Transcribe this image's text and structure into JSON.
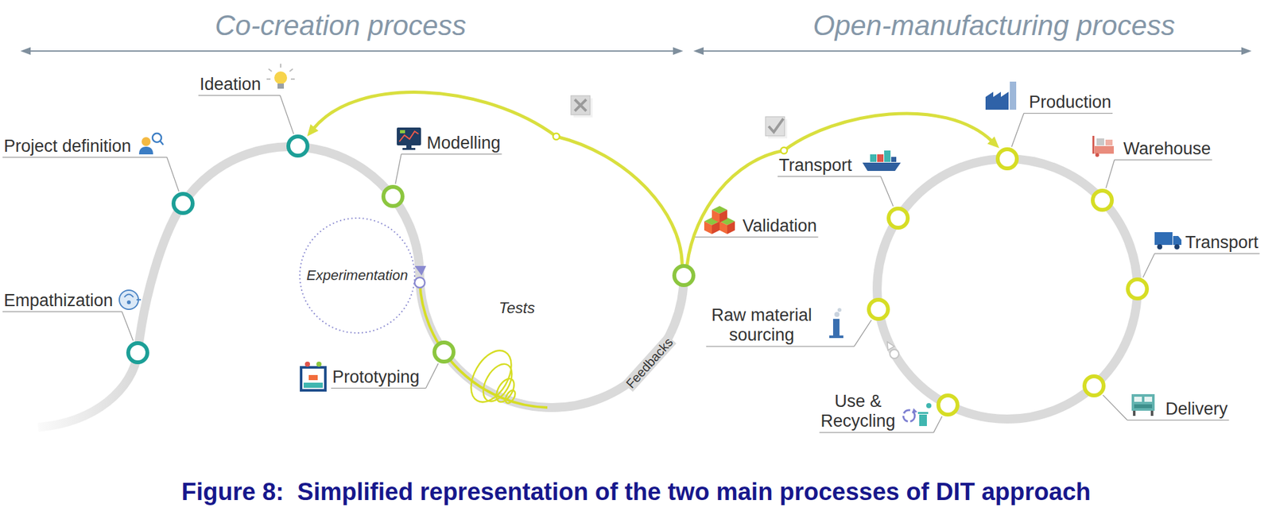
{
  "diagram": {
    "caption": "Figure 8:  Simplified representation of the two main processes of DIT approach",
    "nodes": [
      {
        "text": [
          "Empathization"
        ]
      },
      {
        "text": [
          "Project definition"
        ]
      },
      {
        "text": [
          "Ideation"
        ]
      },
      {
        "text": [
          "Modelling"
        ]
      },
      {
        "text": [
          "Experimentation"
        ]
      },
      {
        "text": [
          "Prototyping"
        ]
      },
      {
        "text": [
          "Validation"
        ]
      },
      {
        "text": [
          "Transport"
        ]
      },
      {
        "text": [
          "Production"
        ]
      },
      {
        "text": [
          "Warehouse"
        ]
      },
      {
        "text": [
          "Transport"
        ]
      },
      {
        "text": [
          "Delivery"
        ]
      },
      {
        "text": [
          "Use & Recycling"
        ]
      },
      {
        "text": [
          "Raw material sourcing"
        ]
      }
    ],
    "edges": [
      {
        "from": 6,
        "to": 2,
        "arrow": "to"
      },
      {
        "from": 6,
        "to": 8,
        "arrow": "to"
      }
    ],
    "labels": [
      "Co-creation process",
      "Open-manufacturing process",
      "Tests",
      "Feedbacks"
    ]
  }
}
